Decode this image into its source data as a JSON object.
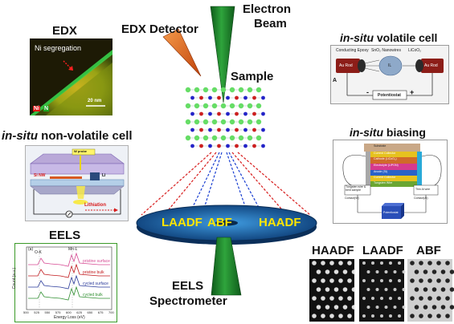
{
  "labels": {
    "edx": "EDX",
    "edx_detector": "EDX Detector",
    "electron": "Electron",
    "beam": "Beam",
    "sample": "Sample",
    "in_situ": "in-situ",
    "volatile_cell": "volatile cell",
    "non_volatile_cell": "non-volatile cell",
    "biasing": "biasing",
    "eels": "EELS",
    "eels_line1": "EELS",
    "eels_line2": "Spectrometer",
    "laadf": "LAADF",
    "abf": "ABF",
    "haadf": "HAADF"
  },
  "edx_panel": {
    "annotation": "Ni segregation",
    "scale": "20 nm",
    "legend_ni": "Ni",
    "legend_n": "N"
  },
  "volatile_panel": {
    "epoxy": "Conducting Epoxy",
    "nanowire": "SnO₂ Nanowires",
    "licoo": "LiCoO₂",
    "rod_left": "Au Rod",
    "rod_right": "Au Rod",
    "drop": "IL",
    "a_label": "A",
    "minus": "-",
    "plus": "+",
    "potentiostat": "Potentiostat"
  },
  "nonvolatile_panel": {
    "top_label": "W probe",
    "left_label": "Si NW",
    "right_label": "Li",
    "lithiation": "Lithiation"
  },
  "biasing_panel": {
    "layers": [
      "Substrate",
      "Current Collector",
      "Cathode (LiCoO₂)",
      "Electrolyte (LiPON)",
      "Anode (Si)",
      "Current Collector",
      "Tungsten Wire"
    ],
    "left_box": "Tungsten wire & bent sample",
    "right_box": "Thin Al wire",
    "left_end": "Contact(W)",
    "right_end": "Contact(Al)",
    "potentiostat": "Potentiostat"
  },
  "eels_panel": {
    "panel_tag": "(a)",
    "peak_o": "O-K",
    "peak_mn": "Mn-L",
    "ylabel": "Count (a.u.)",
    "xlabel": "Energy Loss (eV)",
    "traces": [
      "pristine surface",
      "pristine bulk",
      "cycled surface",
      "cycled bulk"
    ],
    "xticks": [
      "500",
      "525",
      "550",
      "575",
      "600",
      "625",
      "650",
      "675",
      "700"
    ]
  },
  "colors": {
    "beam_green": "#1f8a30",
    "detector_orange": "#e0621b",
    "disk_blue": "#1d6fb8",
    "label_yellow": "#ffe600",
    "red_dash": "#d71b1b",
    "blue_dash": "#1a3fd1",
    "atom_green": "#66dd66",
    "atom_blue": "#2424c8",
    "atom_red": "#cc2020"
  },
  "icons": {
    "edx_map": "edx-map-image",
    "crystal": "crystal-lattice-icon",
    "stem_images": "stem-image-tiles"
  }
}
